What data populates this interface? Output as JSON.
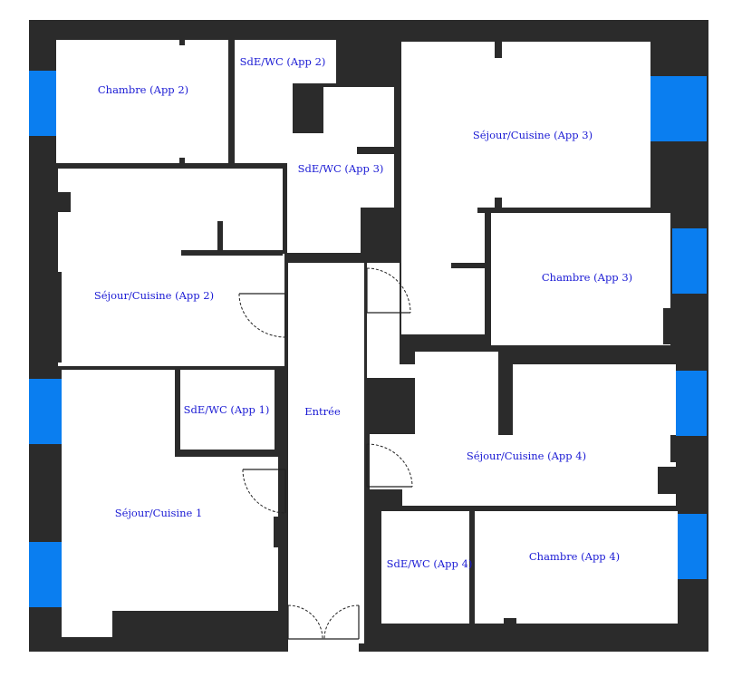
{
  "rooms": {
    "chambre_app2": "Chambre (App 2)",
    "sde_app2": "SdE/WC (App 2)",
    "sejour_app3": "Séjour/Cuisine (App 3)",
    "sde_app3": "SdE/WC (App 3)",
    "sejour_app2": "Séjour/Cuisine (App 2)",
    "chambre_app3": "Chambre (App 3)",
    "sde_app1": "SdE/WC (App 1)",
    "entree": "Entrée",
    "sejour_app4": "Séjour/Cuisine (App 4)",
    "sejour_1": "Séjour/Cuisine 1",
    "sde_app4": "SdE/WC (App 4)",
    "chambre_app4": "Chambre (App 4)"
  },
  "colors": {
    "wall": "#2b2b2b",
    "window": "#0a7ef0",
    "label": "#1a1ad4"
  }
}
